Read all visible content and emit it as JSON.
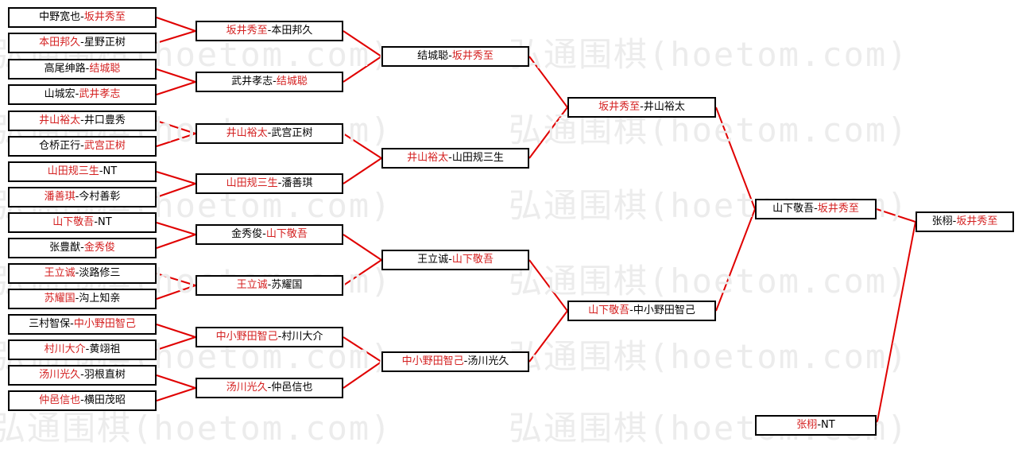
{
  "watermark": "弘通围棋(hoetom.com)",
  "colors": {
    "winner": "#d42020",
    "line": "#e00000",
    "box_border": "#000000"
  },
  "rounds": [
    [
      {
        "id": "r1m1",
        "left": "中野宽也",
        "right": "坂井秀至",
        "winner": "right"
      },
      {
        "id": "r1m2",
        "left": "本田邦久",
        "right": "星野正树",
        "winner": "left"
      },
      {
        "id": "r1m3",
        "left": "高尾绅路",
        "right": "结城聪",
        "winner": "right"
      },
      {
        "id": "r1m4",
        "left": "山城宏",
        "right": "武井孝志",
        "winner": "right"
      },
      {
        "id": "r1m5",
        "left": "井山裕太",
        "right": "井口豊秀",
        "winner": "left"
      },
      {
        "id": "r1m6",
        "left": "仓桥正行",
        "right": "武宫正树",
        "winner": "right"
      },
      {
        "id": "r1m7",
        "left": "山田规三生",
        "right": "NT",
        "winner": "left"
      },
      {
        "id": "r1m8",
        "left": "潘善琪",
        "right": "今村善彰",
        "winner": "left"
      },
      {
        "id": "r1m9",
        "left": "山下敬吾",
        "right": "NT",
        "winner": "left"
      },
      {
        "id": "r1m10",
        "left": "张豊猷",
        "right": "金秀俊",
        "winner": "right"
      },
      {
        "id": "r1m11",
        "left": "王立诚",
        "right": "淡路修三",
        "winner": "left"
      },
      {
        "id": "r1m12",
        "left": "苏耀国",
        "right": "沟上知亲",
        "winner": "left"
      },
      {
        "id": "r1m13",
        "left": "三村智保",
        "right": "中小野田智己",
        "winner": "right"
      },
      {
        "id": "r1m14",
        "left": "村川大介",
        "right": "黄翊祖",
        "winner": "left"
      },
      {
        "id": "r1m15",
        "left": "汤川光久",
        "right": "羽根直树",
        "winner": "left"
      },
      {
        "id": "r1m16",
        "left": "仲邑信也",
        "right": "横田茂昭",
        "winner": "left"
      }
    ],
    [
      {
        "id": "r2m1",
        "left": "坂井秀至",
        "right": "本田邦久",
        "winner": "left"
      },
      {
        "id": "r2m2",
        "left": "武井孝志",
        "right": "结城聪",
        "winner": "right"
      },
      {
        "id": "r2m3",
        "left": "井山裕太",
        "right": "武宫正树",
        "winner": "left"
      },
      {
        "id": "r2m4",
        "left": "山田规三生",
        "right": "潘善琪",
        "winner": "left"
      },
      {
        "id": "r2m5",
        "left": "金秀俊",
        "right": "山下敬吾",
        "winner": "right"
      },
      {
        "id": "r2m6",
        "left": "王立诚",
        "right": "苏耀国",
        "winner": "left"
      },
      {
        "id": "r2m7",
        "left": "中小野田智己",
        "right": "村川大介",
        "winner": "left"
      },
      {
        "id": "r2m8",
        "left": "汤川光久",
        "right": "仲邑信也",
        "winner": "left"
      }
    ],
    [
      {
        "id": "r3m1",
        "left": "结城聪",
        "right": "坂井秀至",
        "winner": "right"
      },
      {
        "id": "r3m2",
        "left": "井山裕太",
        "right": "山田规三生",
        "winner": "left"
      },
      {
        "id": "r3m3",
        "left": "王立诚",
        "right": "山下敬吾",
        "winner": "right"
      },
      {
        "id": "r3m4",
        "left": "中小野田智己",
        "right": "汤川光久",
        "winner": "left"
      }
    ],
    [
      {
        "id": "r4m1",
        "left": "坂井秀至",
        "right": "井山裕太",
        "winner": "left"
      },
      {
        "id": "r4m2",
        "left": "山下敬吾",
        "right": "中小野田智己",
        "winner": "left"
      }
    ],
    [
      {
        "id": "r5m1",
        "left": "山下敬吾",
        "right": "坂井秀至",
        "winner": "right"
      }
    ],
    [
      {
        "id": "r6m1",
        "left": "张栩",
        "right": "坂井秀至",
        "winner": "right"
      }
    ]
  ],
  "bye": {
    "id": "bye1",
    "left": "张栩",
    "right": "NT",
    "winner": "left"
  }
}
